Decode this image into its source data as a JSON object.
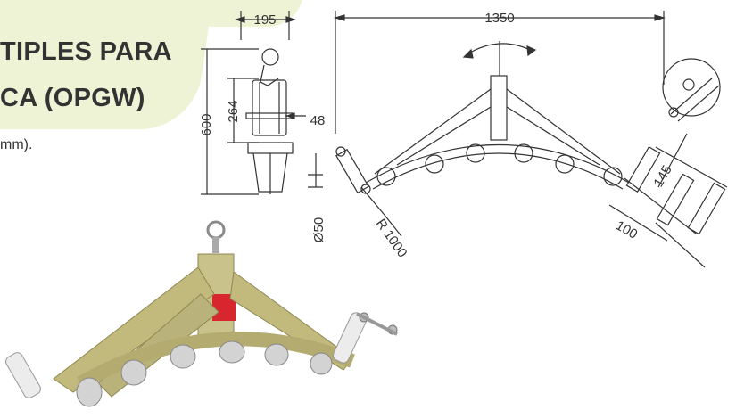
{
  "title_line1": "TIPLES PARA",
  "title_line2": "CA (OPGW)",
  "units_note": "mm).",
  "dimensions": {
    "width_block": "195",
    "height_total": "600",
    "height_inner": "264",
    "width_inner": "48",
    "diameter": "Ø50",
    "span": "1350",
    "radius": "R 1000",
    "offset_a": "145",
    "offset_b": "100"
  },
  "colors": {
    "title": "#333333",
    "highlight": "#eef3d6",
    "metal": "#b9b27a",
    "tag": "#d8262e"
  }
}
